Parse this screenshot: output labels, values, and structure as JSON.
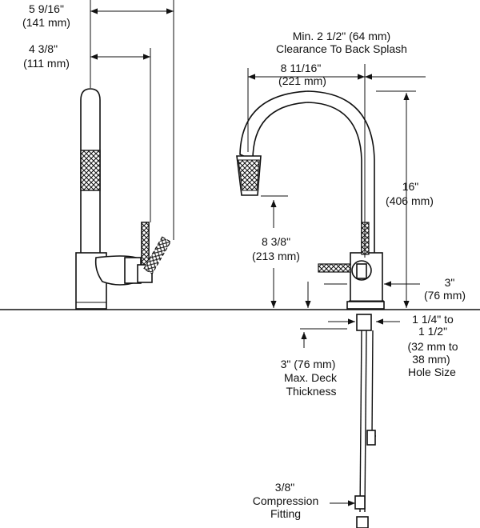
{
  "dimensions": {
    "reach_side_1": "5 9/16\"",
    "reach_side_2": "(141 mm)",
    "handle_reach_1": "4 3/8\"",
    "handle_reach_2": "(111 mm)",
    "clearance_1": "Min. 2 1/2\" (64 mm)",
    "clearance_2": "Clearance To Back Splash",
    "spout_reach_1": "8 11/16\"",
    "spout_reach_2": "(221 mm)",
    "height_1": "16\"",
    "height_2": "(406 mm)",
    "spout_height_1": "8 3/8\"",
    "spout_height_2": "(213 mm)",
    "base_1": "3\"",
    "base_2": "(76 mm)",
    "hole_1": "1 1/4\" to",
    "hole_2": "1 1/2\"",
    "hole_3": "(32 mm to",
    "hole_4": "38 mm)",
    "hole_5": "Hole Size",
    "deck_1": "3\" (76 mm)",
    "deck_2": "Max. Deck",
    "deck_3": "Thickness",
    "fitting_1": "3/8\"",
    "fitting_2": "Compression",
    "fitting_3": "Fitting"
  },
  "colors": {
    "line": "#111111",
    "background": "#ffffff"
  }
}
